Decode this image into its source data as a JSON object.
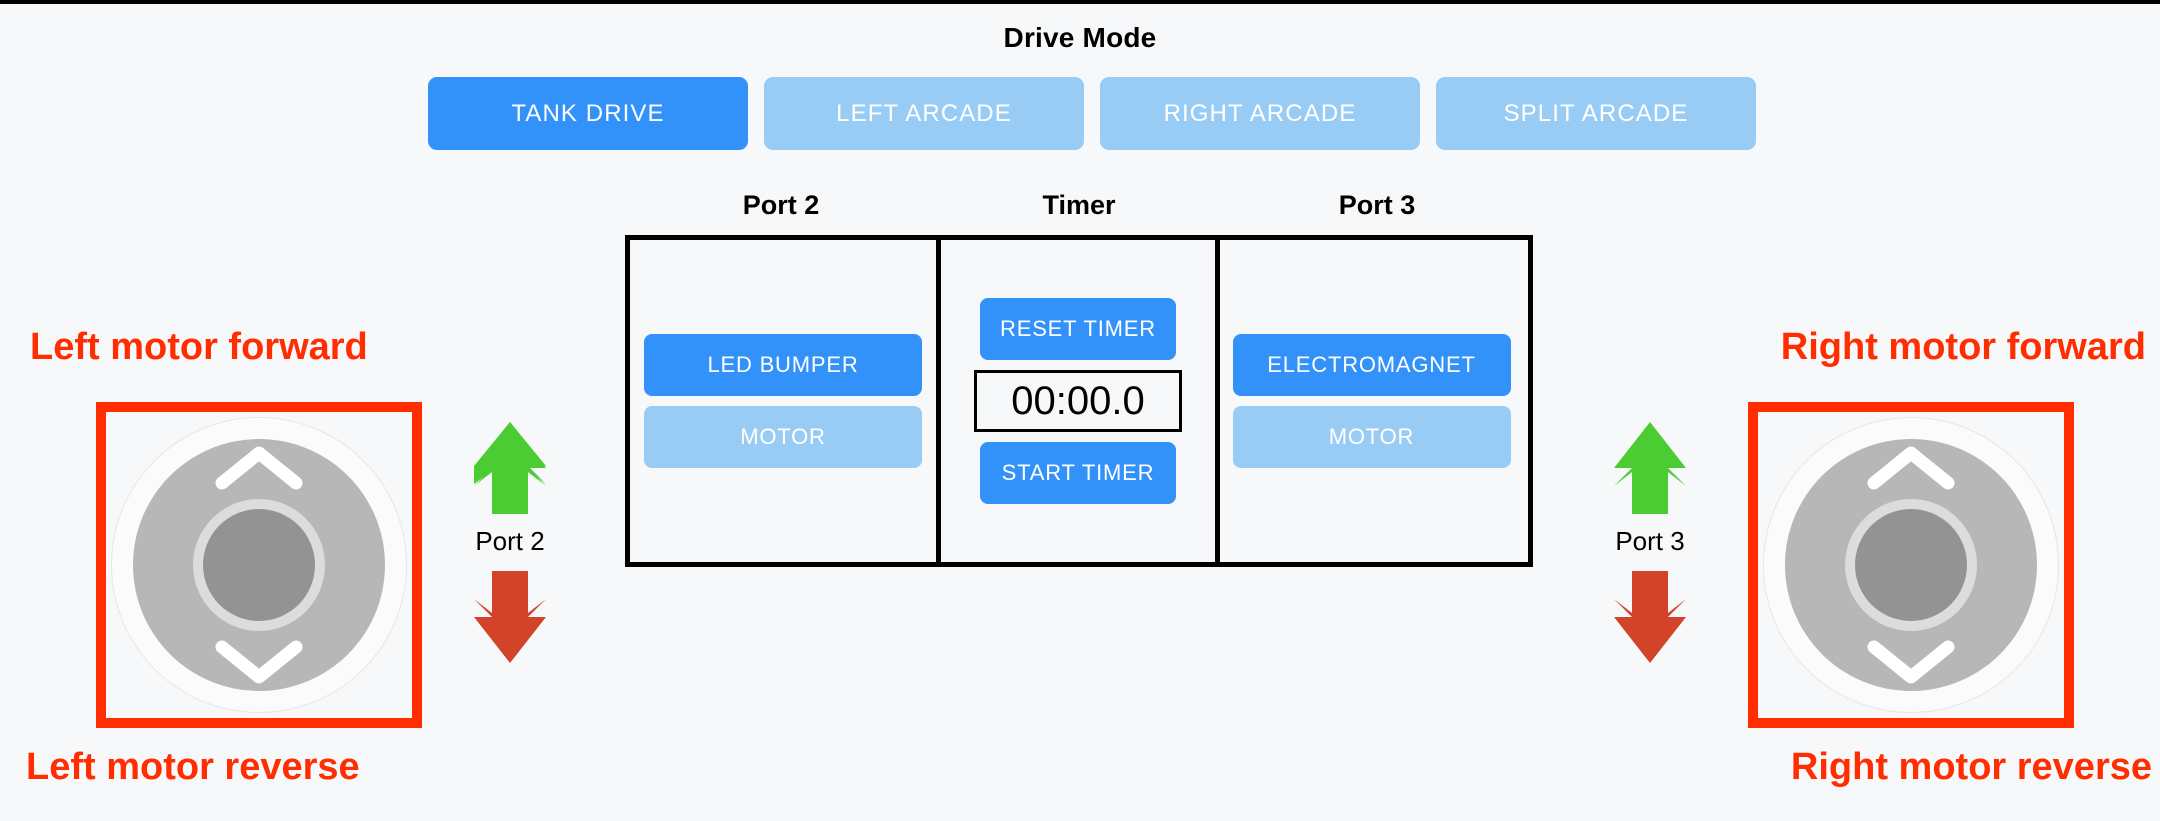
{
  "drive_mode": {
    "title": "Drive Mode",
    "buttons": [
      {
        "label": "TANK DRIVE",
        "active": true
      },
      {
        "label": "LEFT ARCADE",
        "active": false
      },
      {
        "label": "RIGHT ARCADE",
        "active": false
      },
      {
        "label": "SPLIT ARCADE",
        "active": false
      }
    ]
  },
  "panel": {
    "headers": {
      "port2": "Port 2",
      "timer": "Timer",
      "port3": "Port 3"
    },
    "port2": {
      "primary_label": "LED BUMPER",
      "secondary_label": "MOTOR"
    },
    "timer": {
      "reset_label": "RESET TIMER",
      "display_value": "00:00.0",
      "start_label": "START TIMER"
    },
    "port3": {
      "primary_label": "ELECTROMAGNET",
      "secondary_label": "MOTOR"
    }
  },
  "left_control": {
    "annotation_top": "Left motor forward",
    "annotation_bottom": "Left motor reverse",
    "port_label": "Port 2"
  },
  "right_control": {
    "annotation_top": "Right motor forward",
    "annotation_bottom": "Right motor reverse",
    "port_label": "Port 3"
  },
  "colors": {
    "accent_blue": "#3392fa",
    "light_blue": "#99ccf5",
    "annotation_red": "#ff2d00",
    "arrow_green": "#4ccc33",
    "arrow_red": "#d2432a",
    "background": "#f6f8fa",
    "panel_border": "#000000"
  }
}
